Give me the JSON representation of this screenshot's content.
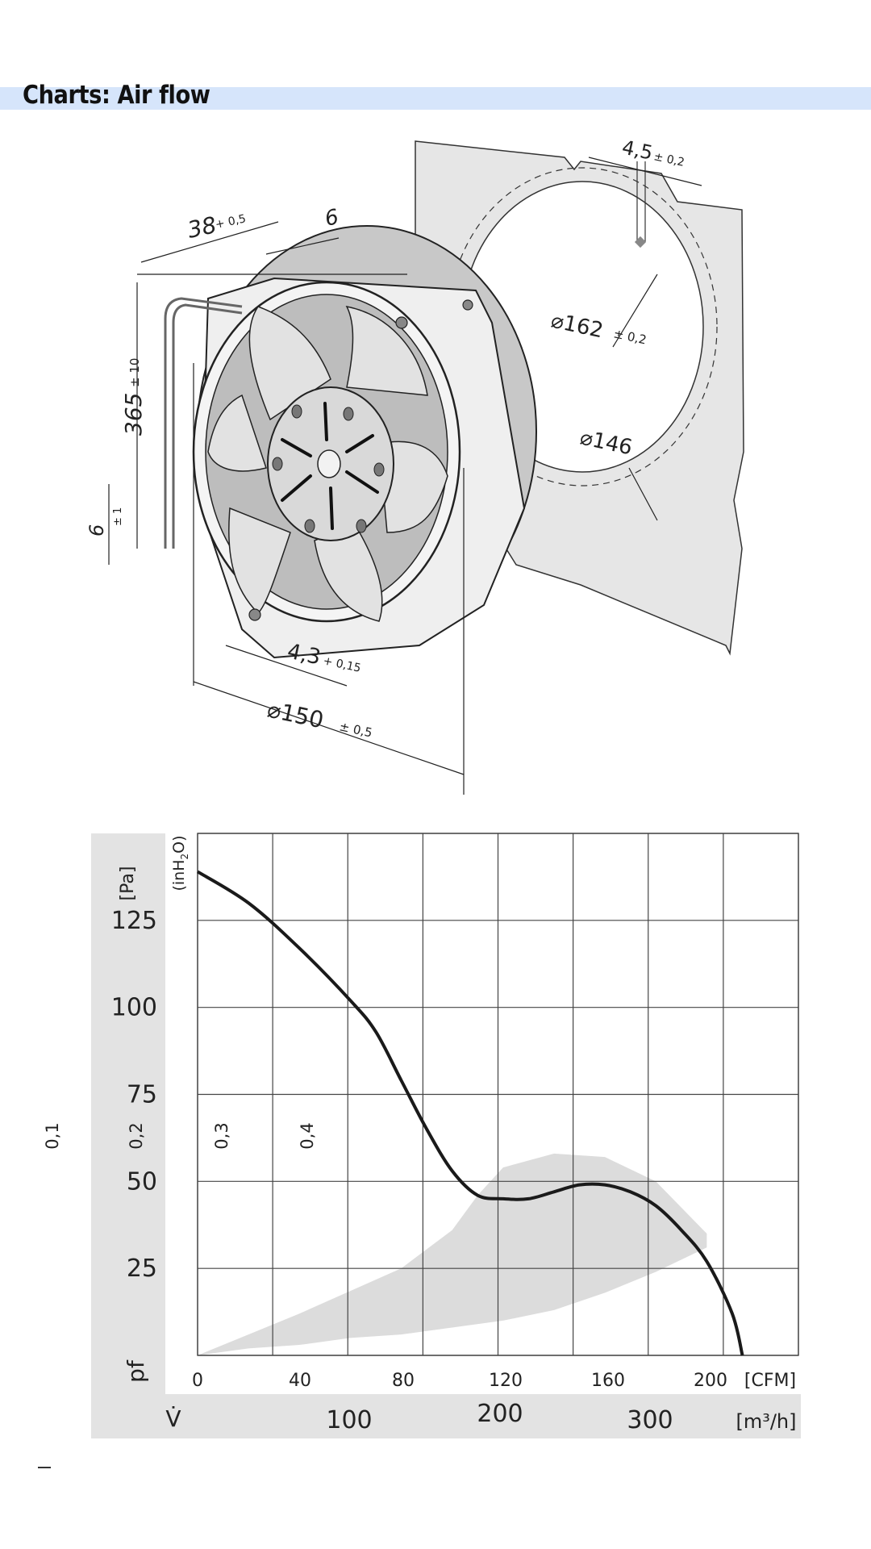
{
  "header": {
    "title": "Charts: Air flow"
  },
  "drawing": {
    "dimensions": {
      "slot_width": "4,5",
      "slot_width_tol": "± 0,2",
      "depth": "38",
      "depth_tol": "+ 0,5",
      "flange": "6",
      "cable_length": "365",
      "cable_length_tol": "± 10",
      "strip_length": "6",
      "strip_length_tol": "± 1",
      "hole_circle": "⌀162",
      "hole_circle_tol": "± 0,2",
      "cutout": "⌀146",
      "mount_hole": "4,3",
      "mount_hole_tol": "+ 0,15",
      "diameter": "⌀150",
      "diameter_tol": "± 0,5"
    }
  },
  "chart_data": {
    "type": "line",
    "title": "",
    "ylabel": "[Pa]",
    "ylabel_alt": "(inH2O)",
    "ylabel_alt_parts": [
      "(inH",
      "2",
      "O)"
    ],
    "y_symbol": "pf",
    "x_symbol": "V̇",
    "xlabel_cfm": "[CFM]",
    "xlabel_m3h": "[m³/h]",
    "ylim": [
      0,
      150
    ],
    "xlim_cfm": [
      0,
      236
    ],
    "y_ticks": [
      "125",
      "100",
      "75",
      "50",
      "25"
    ],
    "y_ticks_inh2o": [
      "0,1",
      "0,2",
      "0,3",
      "0,4"
    ],
    "x_ticks_cfm": [
      "0",
      "40",
      "80",
      "120",
      "160",
      "200"
    ],
    "x_ticks_m3h": [
      "100",
      "200",
      "300"
    ],
    "grid": true,
    "series": [
      {
        "x_cfm": [
          0,
          20,
          40,
          60,
          70,
          80,
          90,
          100,
          110,
          120,
          130,
          140,
          150,
          160,
          170,
          180,
          190,
          200,
          210,
          214
        ],
        "y_pa": [
          139,
          130,
          117,
          102,
          93,
          79,
          65,
          53,
          46,
          45,
          45,
          47,
          49,
          49,
          47,
          43,
          36,
          27,
          12,
          0
        ]
      }
    ],
    "operating_region": {
      "upper_x_cfm": [
        0,
        40,
        80,
        100,
        110,
        120,
        140,
        160,
        180,
        200
      ],
      "upper_y_pa": [
        0,
        12,
        25,
        36,
        46,
        54,
        58,
        57,
        50,
        35
      ],
      "lower_x_cfm": [
        200,
        180,
        160,
        140,
        120,
        100,
        80,
        60,
        40,
        20,
        0
      ],
      "lower_y_pa": [
        31,
        24,
        18,
        13,
        10,
        8,
        6,
        5,
        3,
        2,
        0
      ]
    },
    "colors": {
      "curve": "#1a1a1a",
      "region": "#dcdcdc",
      "grid": "#444444",
      "axis_band": "#e3e3e3"
    }
  }
}
